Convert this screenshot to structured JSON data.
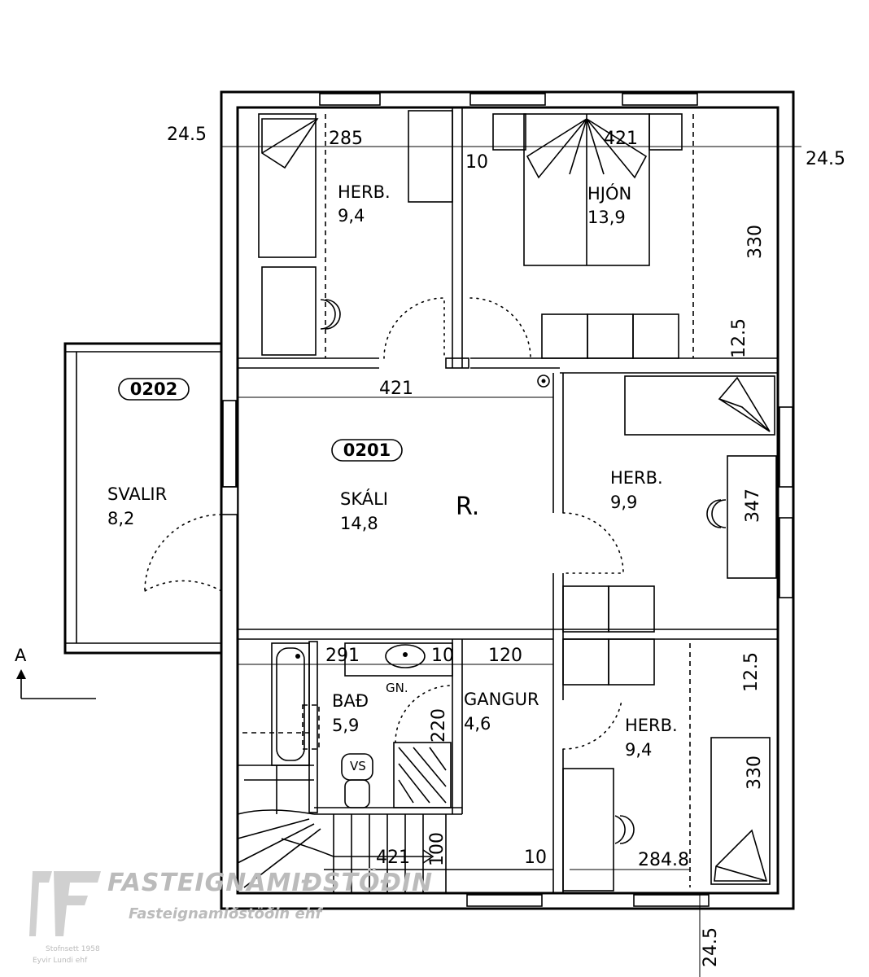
{
  "rooms": {
    "herb_nw": {
      "name": "HERB.",
      "area": "9,4"
    },
    "hjon": {
      "name": "HJÓN",
      "area": "13,9"
    },
    "herb_e": {
      "name": "HERB.",
      "area": "9,9"
    },
    "skali": {
      "name": "SKÁLI",
      "area": "14,8",
      "code": "0201"
    },
    "svalir": {
      "name": "SVALIR",
      "area": "8,2",
      "code": "0202"
    },
    "bad": {
      "name": "BAÐ",
      "area": "5,9"
    },
    "gangur": {
      "name": "GANGUR",
      "area": "4,6"
    },
    "herb_se": {
      "name": "HERB.",
      "area": "9,4"
    }
  },
  "marks": {
    "r_mark": "R.",
    "gn": "GN.",
    "vs": "VS",
    "section": "A"
  },
  "dimensions": {
    "top_left": "24.5",
    "top_right": "24.5",
    "herb_nw_width": "285",
    "partition_top": "10",
    "hjon_width": "421",
    "hjon_depth": "330",
    "wall_mid_right": "12.5",
    "skali_width": "421",
    "herb_e_depth": "347",
    "bath_width": "291",
    "bath_partition": "10",
    "gangur_width": "120",
    "wall_lower_right": "12.5",
    "bath_depth": "220",
    "herb_se_depth": "330",
    "stair_width": "421",
    "stair_step": "100",
    "partition_bottom": "10",
    "herb_se_width": "284.8",
    "bottom_right": "24.5"
  },
  "watermark": {
    "brand": "FASTEIGNAMIÐSTÖÐIN",
    "name": "Fasteignamiðstöðin ehf",
    "est": "Stofnsett 1958",
    "owner": "Eyvir Lundi ehf"
  }
}
